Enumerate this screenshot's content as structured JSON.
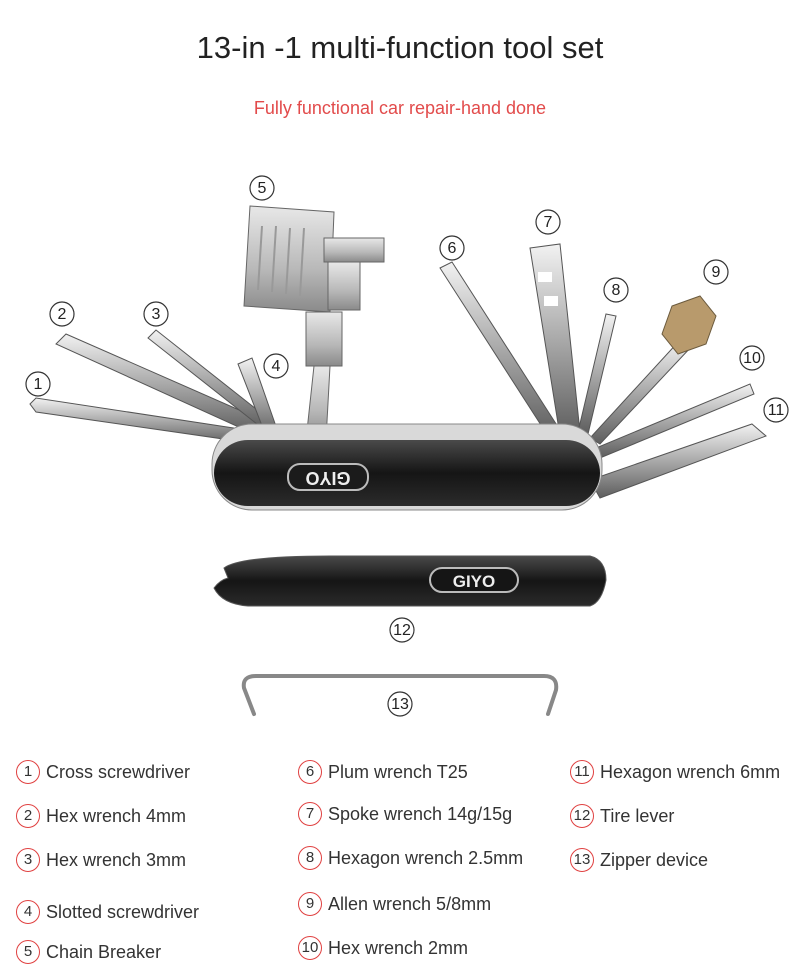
{
  "title": "13-in -1 multi-function tool set",
  "subtitle": "Fully functional car repair-hand done",
  "brand": "GIYO",
  "callouts": [
    "1",
    "2",
    "3",
    "4",
    "5",
    "6",
    "7",
    "8",
    "9",
    "10",
    "11",
    "12",
    "13"
  ],
  "legend": [
    {
      "num": "1",
      "label": "Cross screwdriver"
    },
    {
      "num": "2",
      "label": "Hex wrench 4mm"
    },
    {
      "num": "3",
      "label": "Hex wrench 3mm"
    },
    {
      "num": "4",
      "label": "Slotted screwdriver"
    },
    {
      "num": "5",
      "label": "Chain Breaker"
    },
    {
      "num": "6",
      "label": "Plum wrench T25"
    },
    {
      "num": "7",
      "label": "Spoke wrench 14g/15g"
    },
    {
      "num": "8",
      "label": "Hexagon wrench 2.5mm"
    },
    {
      "num": "9",
      "label": "Allen wrench 5/8mm"
    },
    {
      "num": "10",
      "label": "Hex wrench 2mm"
    },
    {
      "num": "11",
      "label": "Hexagon wrench 6mm"
    },
    {
      "num": "12",
      "label": "Tire lever"
    },
    {
      "num": "13",
      "label": "Zipper device"
    }
  ]
}
